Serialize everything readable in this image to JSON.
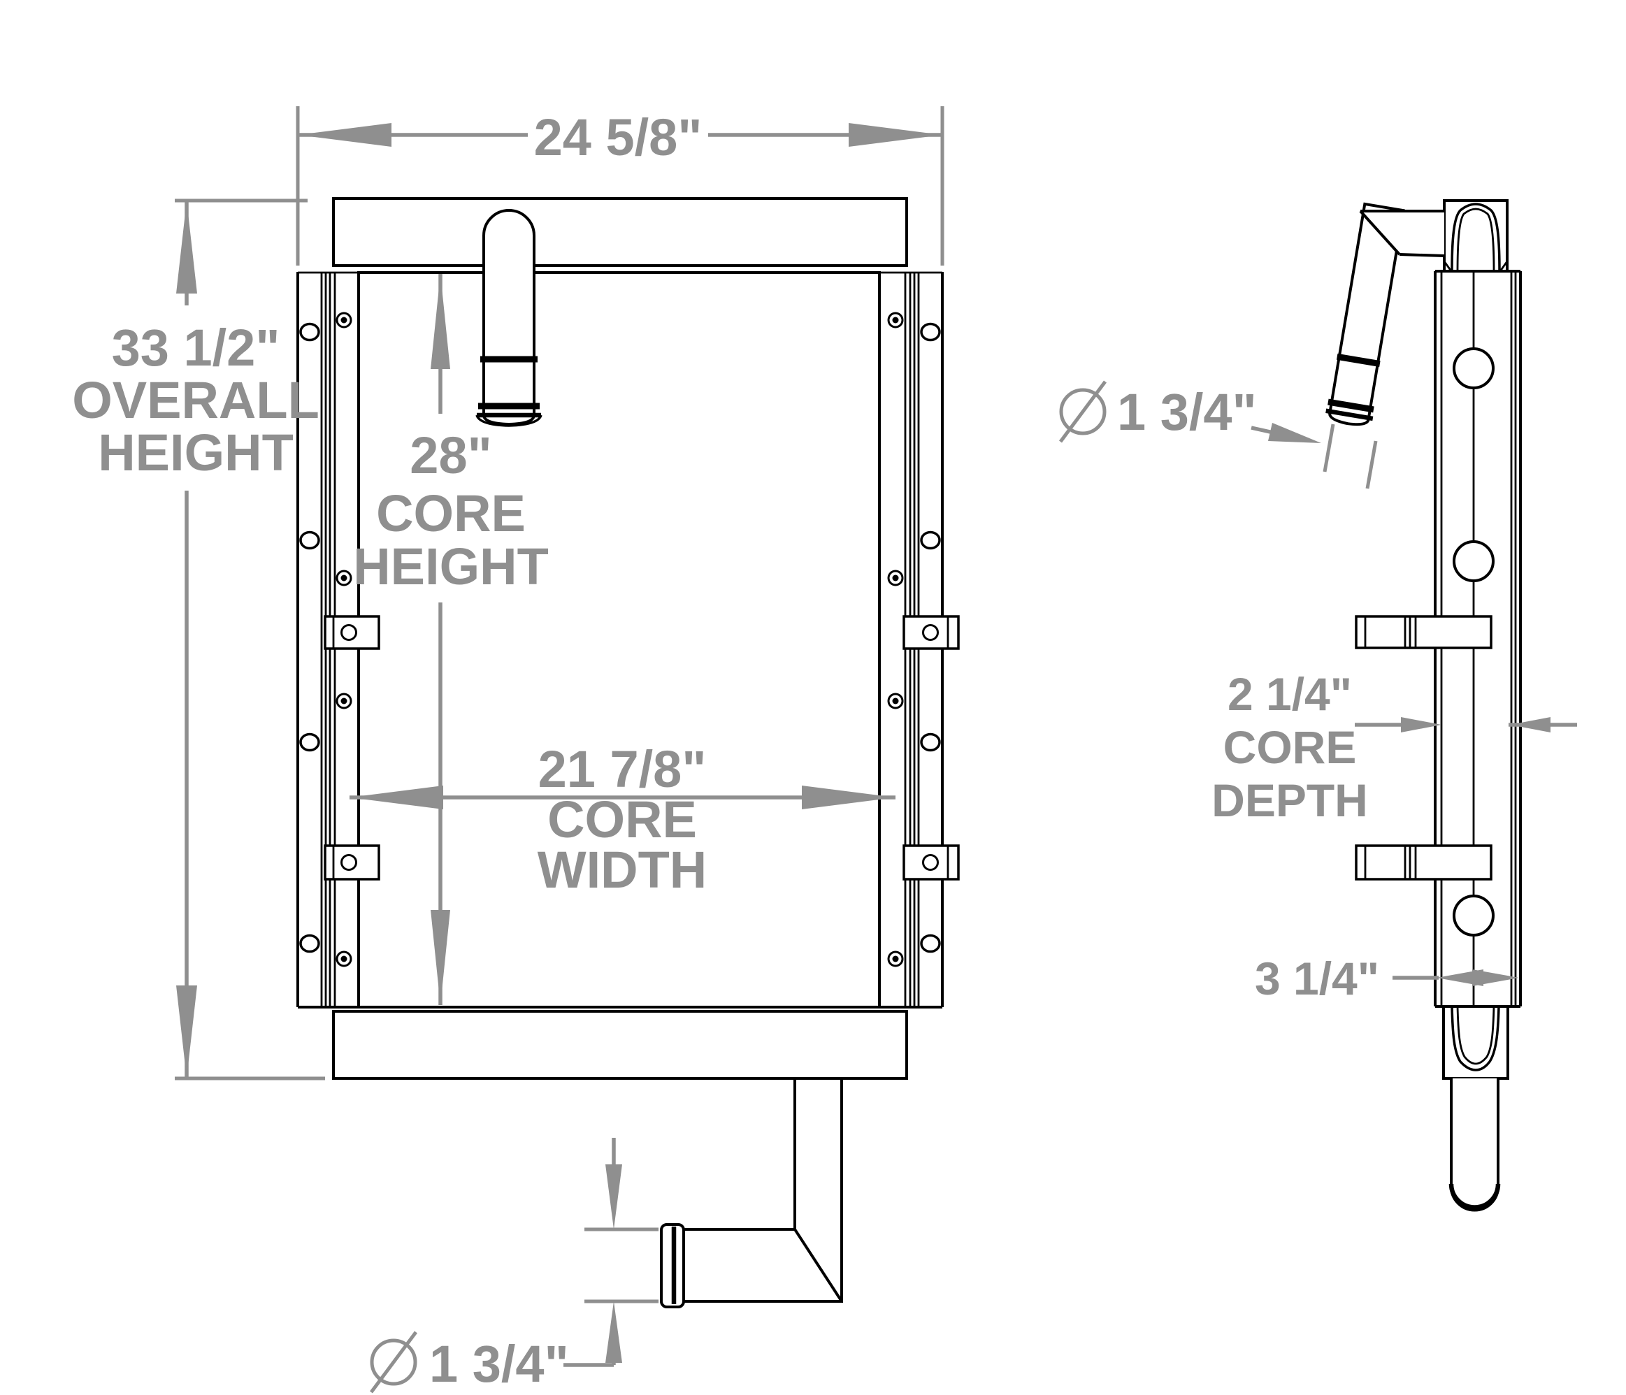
{
  "drawing": {
    "kind": "engineering-dimension-drawing",
    "subject": "cooler core with top inlet and bottom outlet pipes, front and side orthographic views",
    "colors": {
      "background": "#ffffff",
      "part_lines": "#000000",
      "dimension_lines": "#8f8f8f",
      "dimension_text": "#8f8f8f"
    },
    "dimensions": {
      "diameter_symbol": "∅",
      "overall_width": {
        "value": "24 5/8\""
      },
      "overall_height": {
        "lines": [
          "33 1/2\"",
          "OVERALL",
          "HEIGHT"
        ]
      },
      "core_height": {
        "lines": [
          "28\"",
          "CORE",
          "HEIGHT"
        ]
      },
      "core_width": {
        "lines": [
          "21 7/8\"",
          "CORE",
          "WIDTH"
        ]
      },
      "outlet_diameter": {
        "value": "1 3/4\""
      },
      "inlet_diameter": {
        "value": "1 3/4\""
      },
      "core_depth": {
        "lines": [
          "2 1/4\"",
          "CORE",
          "DEPTH"
        ]
      },
      "overall_depth": {
        "value": "3 1/4\""
      }
    }
  }
}
